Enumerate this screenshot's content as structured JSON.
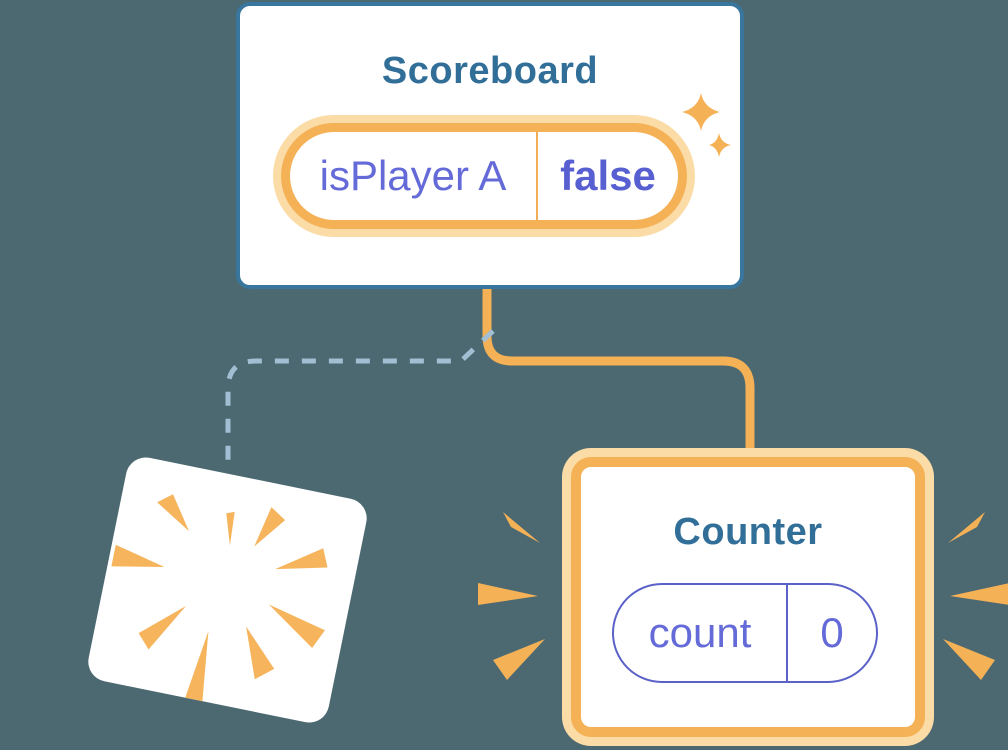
{
  "diagram": {
    "background": "#4c6972",
    "components": {
      "scoreboard": {
        "title": "Scoreboard",
        "state": {
          "name": "isPlayer A",
          "value": "false"
        }
      },
      "counter": {
        "title": "Counter",
        "state": {
          "name": "count",
          "value": "0"
        }
      },
      "removed_component": {
        "description": "poof-burst card (component removed)"
      }
    },
    "icons": {
      "sparkles": "sparkle-icon",
      "poof_burst": "poof-burst-icon",
      "emphasis_marks": "emphasis-marks-icon"
    },
    "palette": {
      "accent_orange": "#f5b156",
      "accent_orange_light": "#fbdba6",
      "state_purple": "#646ad8",
      "state_value_purple": "#575fd1",
      "component_border_blue": "#38769e",
      "component_title_blue": "#316f99",
      "removed_link_blue": "#a2bed2",
      "card_white": "#ffffff",
      "background": "#4c6972"
    }
  }
}
